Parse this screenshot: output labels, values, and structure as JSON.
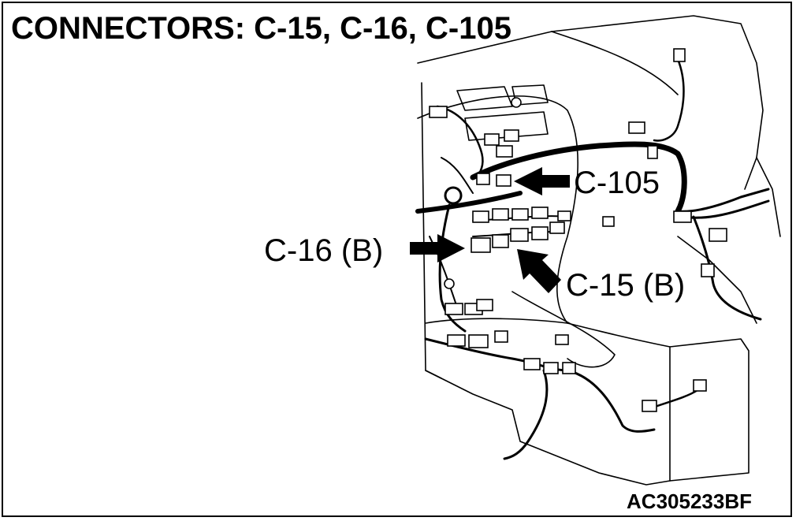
{
  "title": "CONNECTORS: C-15, C-16, C-105",
  "callouts": {
    "c105": "C-105",
    "c16": "C-16 (B)",
    "c15": "C-15 (B)"
  },
  "figure_id": "AC305233BF",
  "colors": {
    "line": "#000000",
    "background": "#ffffff"
  }
}
